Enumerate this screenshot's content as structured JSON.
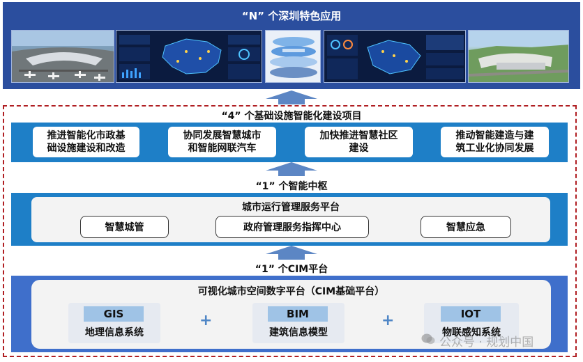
{
  "top": {
    "title": "“N” 个深圳特色应用",
    "images": [
      {
        "name": "airport-photo"
      },
      {
        "name": "china-map-dashboard"
      },
      {
        "name": "layered-platform-graphic"
      },
      {
        "name": "city-operations-dashboard"
      },
      {
        "name": "aerial-city-photo"
      }
    ]
  },
  "projects": {
    "title": "“4” 个基础设施智能化建设项目",
    "items": [
      {
        "line1": "推进智能化市政基",
        "line2": "础设施建设和改造"
      },
      {
        "line1": "协同发展智慧城市",
        "line2": "和智能网联汽车"
      },
      {
        "line1": "加快推进智慧社区",
        "line2": "建设"
      },
      {
        "line1": "推动智能建造与建",
        "line2": "筑工业化协同发展"
      }
    ]
  },
  "hub": {
    "title": "“1” 个智能中枢",
    "platform": "城市运行管理服务平台",
    "items": [
      "智慧城管",
      "政府管理服务指挥中心",
      "智慧应急"
    ]
  },
  "cim": {
    "title": "“1” 个CIM平台",
    "platform": "可视化城市空间数字平台（CIM基础平台）",
    "items": [
      {
        "tag": "GIS",
        "label": "地理信息系统"
      },
      {
        "tag": "BIM",
        "label": "建筑信息模型"
      },
      {
        "tag": "IOT",
        "label": "物联感知系统"
      }
    ],
    "plus": "+"
  },
  "watermark": "公众号 · 规划中国",
  "colors": {
    "top_band": "#2b4e9e",
    "project_band": "#1e7fc7",
    "cim_band": "#3f6fcb",
    "arrow": "#5c86c4",
    "dashed_frame": "#b01e22"
  }
}
